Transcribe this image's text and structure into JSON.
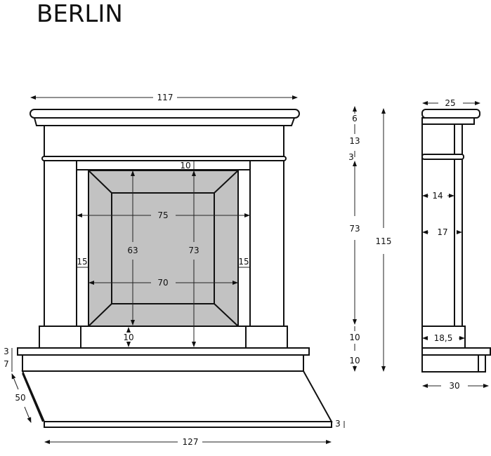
{
  "title": "BERLIN",
  "units": "cm",
  "front_view": {
    "overall_width": "117",
    "opening_top_gap": "10",
    "inner_width_top": "75",
    "inner_height_left": "63",
    "inner_height_right": "73",
    "side_left": "15",
    "side_right": "15",
    "inner_width_bottom": "70",
    "bottom_gap": "10",
    "hearth_step_1": "3",
    "hearth_step_2": "7",
    "hearth_depth": "50",
    "hearth_thickness": "3",
    "hearth_width": "127"
  },
  "height_dimensions": {
    "segments": [
      "6",
      "13",
      "3",
      "73",
      "10",
      "10"
    ],
    "total": "115"
  },
  "side_view": {
    "top_depth": "25",
    "pillar_depth_upper": "14",
    "pillar_depth_lower": "17",
    "base_depth": "18,5",
    "hearth_depth": "30"
  }
}
